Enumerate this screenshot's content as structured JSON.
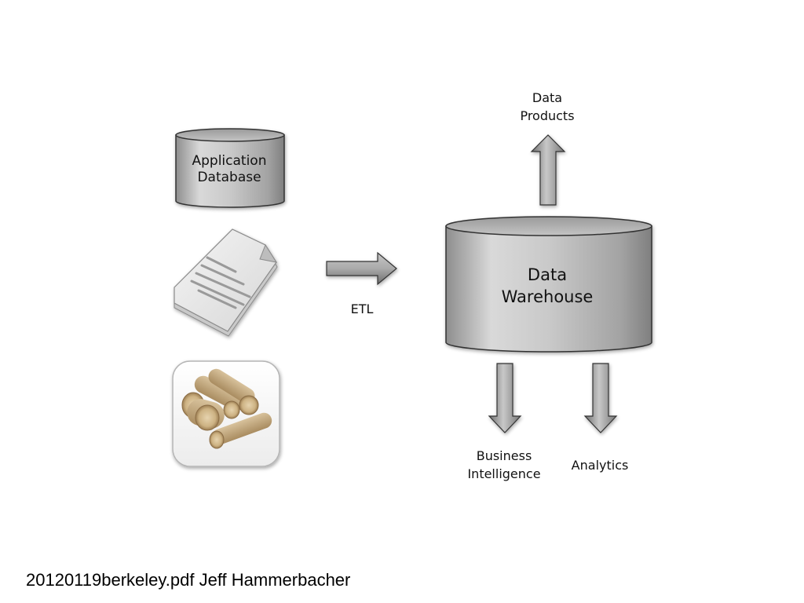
{
  "diagram": {
    "sources": {
      "application_database": {
        "line1": "Application",
        "line2": "Database"
      }
    },
    "etl": {
      "label": "ETL"
    },
    "warehouse": {
      "line1": "Data",
      "line2": "Warehouse"
    },
    "outputs": {
      "data_products": {
        "line1": "Data",
        "line2": "Products"
      },
      "business_intelligence": {
        "line1": "Business",
        "line2": "Intelligence"
      },
      "analytics": {
        "label": "Analytics"
      }
    }
  },
  "footer": {
    "text": "20120119berkeley.pdf Jeff Hammerbacher"
  }
}
